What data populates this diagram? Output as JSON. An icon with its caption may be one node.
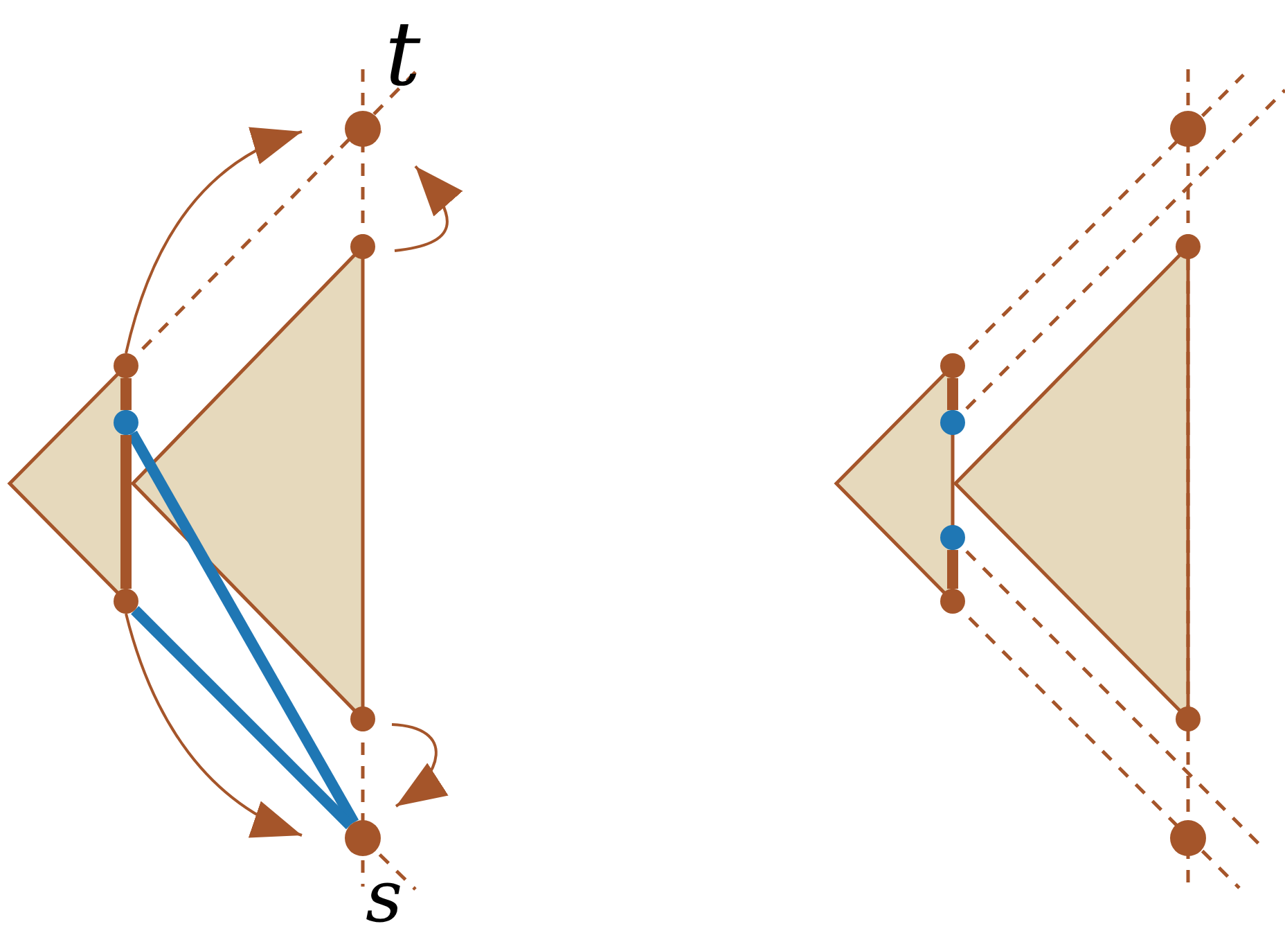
{
  "diagram": {
    "nodes": [
      {
        "text": [],
        "shape": "circle"
      },
      {
        "text": [],
        "shape": "circle"
      },
      {
        "text": [],
        "shape": "circle"
      },
      {
        "text": [],
        "shape": "circle"
      },
      {
        "text": [],
        "shape": "circle"
      },
      {
        "text": [],
        "shape": "circle"
      },
      {
        "text": [],
        "shape": "circle"
      },
      {
        "text": [],
        "shape": "circle"
      },
      {
        "text": [],
        "shape": "circle"
      },
      {
        "text": [],
        "shape": "circle"
      },
      {
        "text": [],
        "shape": "circle"
      },
      {
        "text": [],
        "shape": "circle"
      },
      {
        "text": [],
        "shape": "circle"
      },
      {
        "text": [],
        "shape": "circle"
      },
      {
        "text": [],
        "shape": "circle"
      }
    ],
    "edges": [
      {
        "from": 2,
        "to": 0,
        "arrow": "to"
      },
      {
        "from": 1,
        "to": 0,
        "arrow": "to"
      },
      {
        "from": 4,
        "to": 6,
        "arrow": "to"
      },
      {
        "from": 5,
        "to": 6,
        "arrow": "to"
      },
      {
        "from": 3,
        "to": 6,
        "arrow": "none",
        "color": "#1f77b4"
      },
      {
        "from": 4,
        "to": 6,
        "arrow": "none",
        "color": "#1f77b4"
      },
      {
        "from": 2,
        "to": 3,
        "arrow": "none"
      },
      {
        "from": 3,
        "to": 4,
        "arrow": "none"
      },
      {
        "from": 9,
        "to": 10,
        "arrow": "none"
      },
      {
        "from": 11,
        "to": 12,
        "arrow": "none"
      }
    ],
    "labels": [
      "t",
      "s"
    ]
  }
}
